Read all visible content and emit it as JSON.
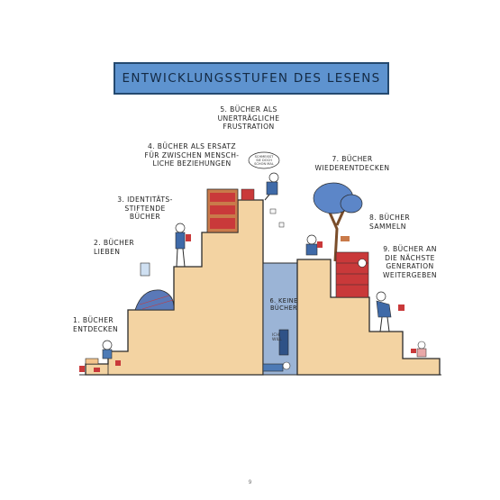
{
  "title": "ENTWICKLUNGSSTUFEN DES LESENS",
  "stages": [
    {
      "id": "1",
      "text": "1. BÜCHER\nENTDECKEN"
    },
    {
      "id": "2",
      "text": "2. BÜCHER\nLIEBEN"
    },
    {
      "id": "3",
      "text": "3. IDENTITÄTS-\nSTIFTENDE\nBÜCHER"
    },
    {
      "id": "4",
      "text": "4. BÜCHER ALS ERSATZ\nFÜR ZWISCHEN MENSCH-\nLICHE BEZIEHUNGEN"
    },
    {
      "id": "5",
      "text": "5. BÜCHER ALS\nUNERTRÄGLICHE\nFRUSTRATION"
    },
    {
      "id": "6",
      "text": "6. KEINE\nBÜCHER"
    },
    {
      "id": "7",
      "text": "7. BÜCHER\nWIEDERENTDECKEN"
    },
    {
      "id": "8",
      "text": "8. BÜCHER\nSAMMELN"
    },
    {
      "id": "9",
      "text": "9. BÜCHER AN\nDIE NÄCHSTE\nGENERATION\nWEITERGEBEN"
    }
  ],
  "speech_bubble": "SCHMEISST\nSIE DOCH\nSCHON MAL",
  "wall_note": "ICH\nWILL",
  "page_number": "9",
  "colors": {
    "title_fill": "#5e93cf",
    "steps": "#f3d3a2",
    "outline": "#2a2a2a",
    "tree": "#5c86c8",
    "book_red": "#c9393a"
  }
}
